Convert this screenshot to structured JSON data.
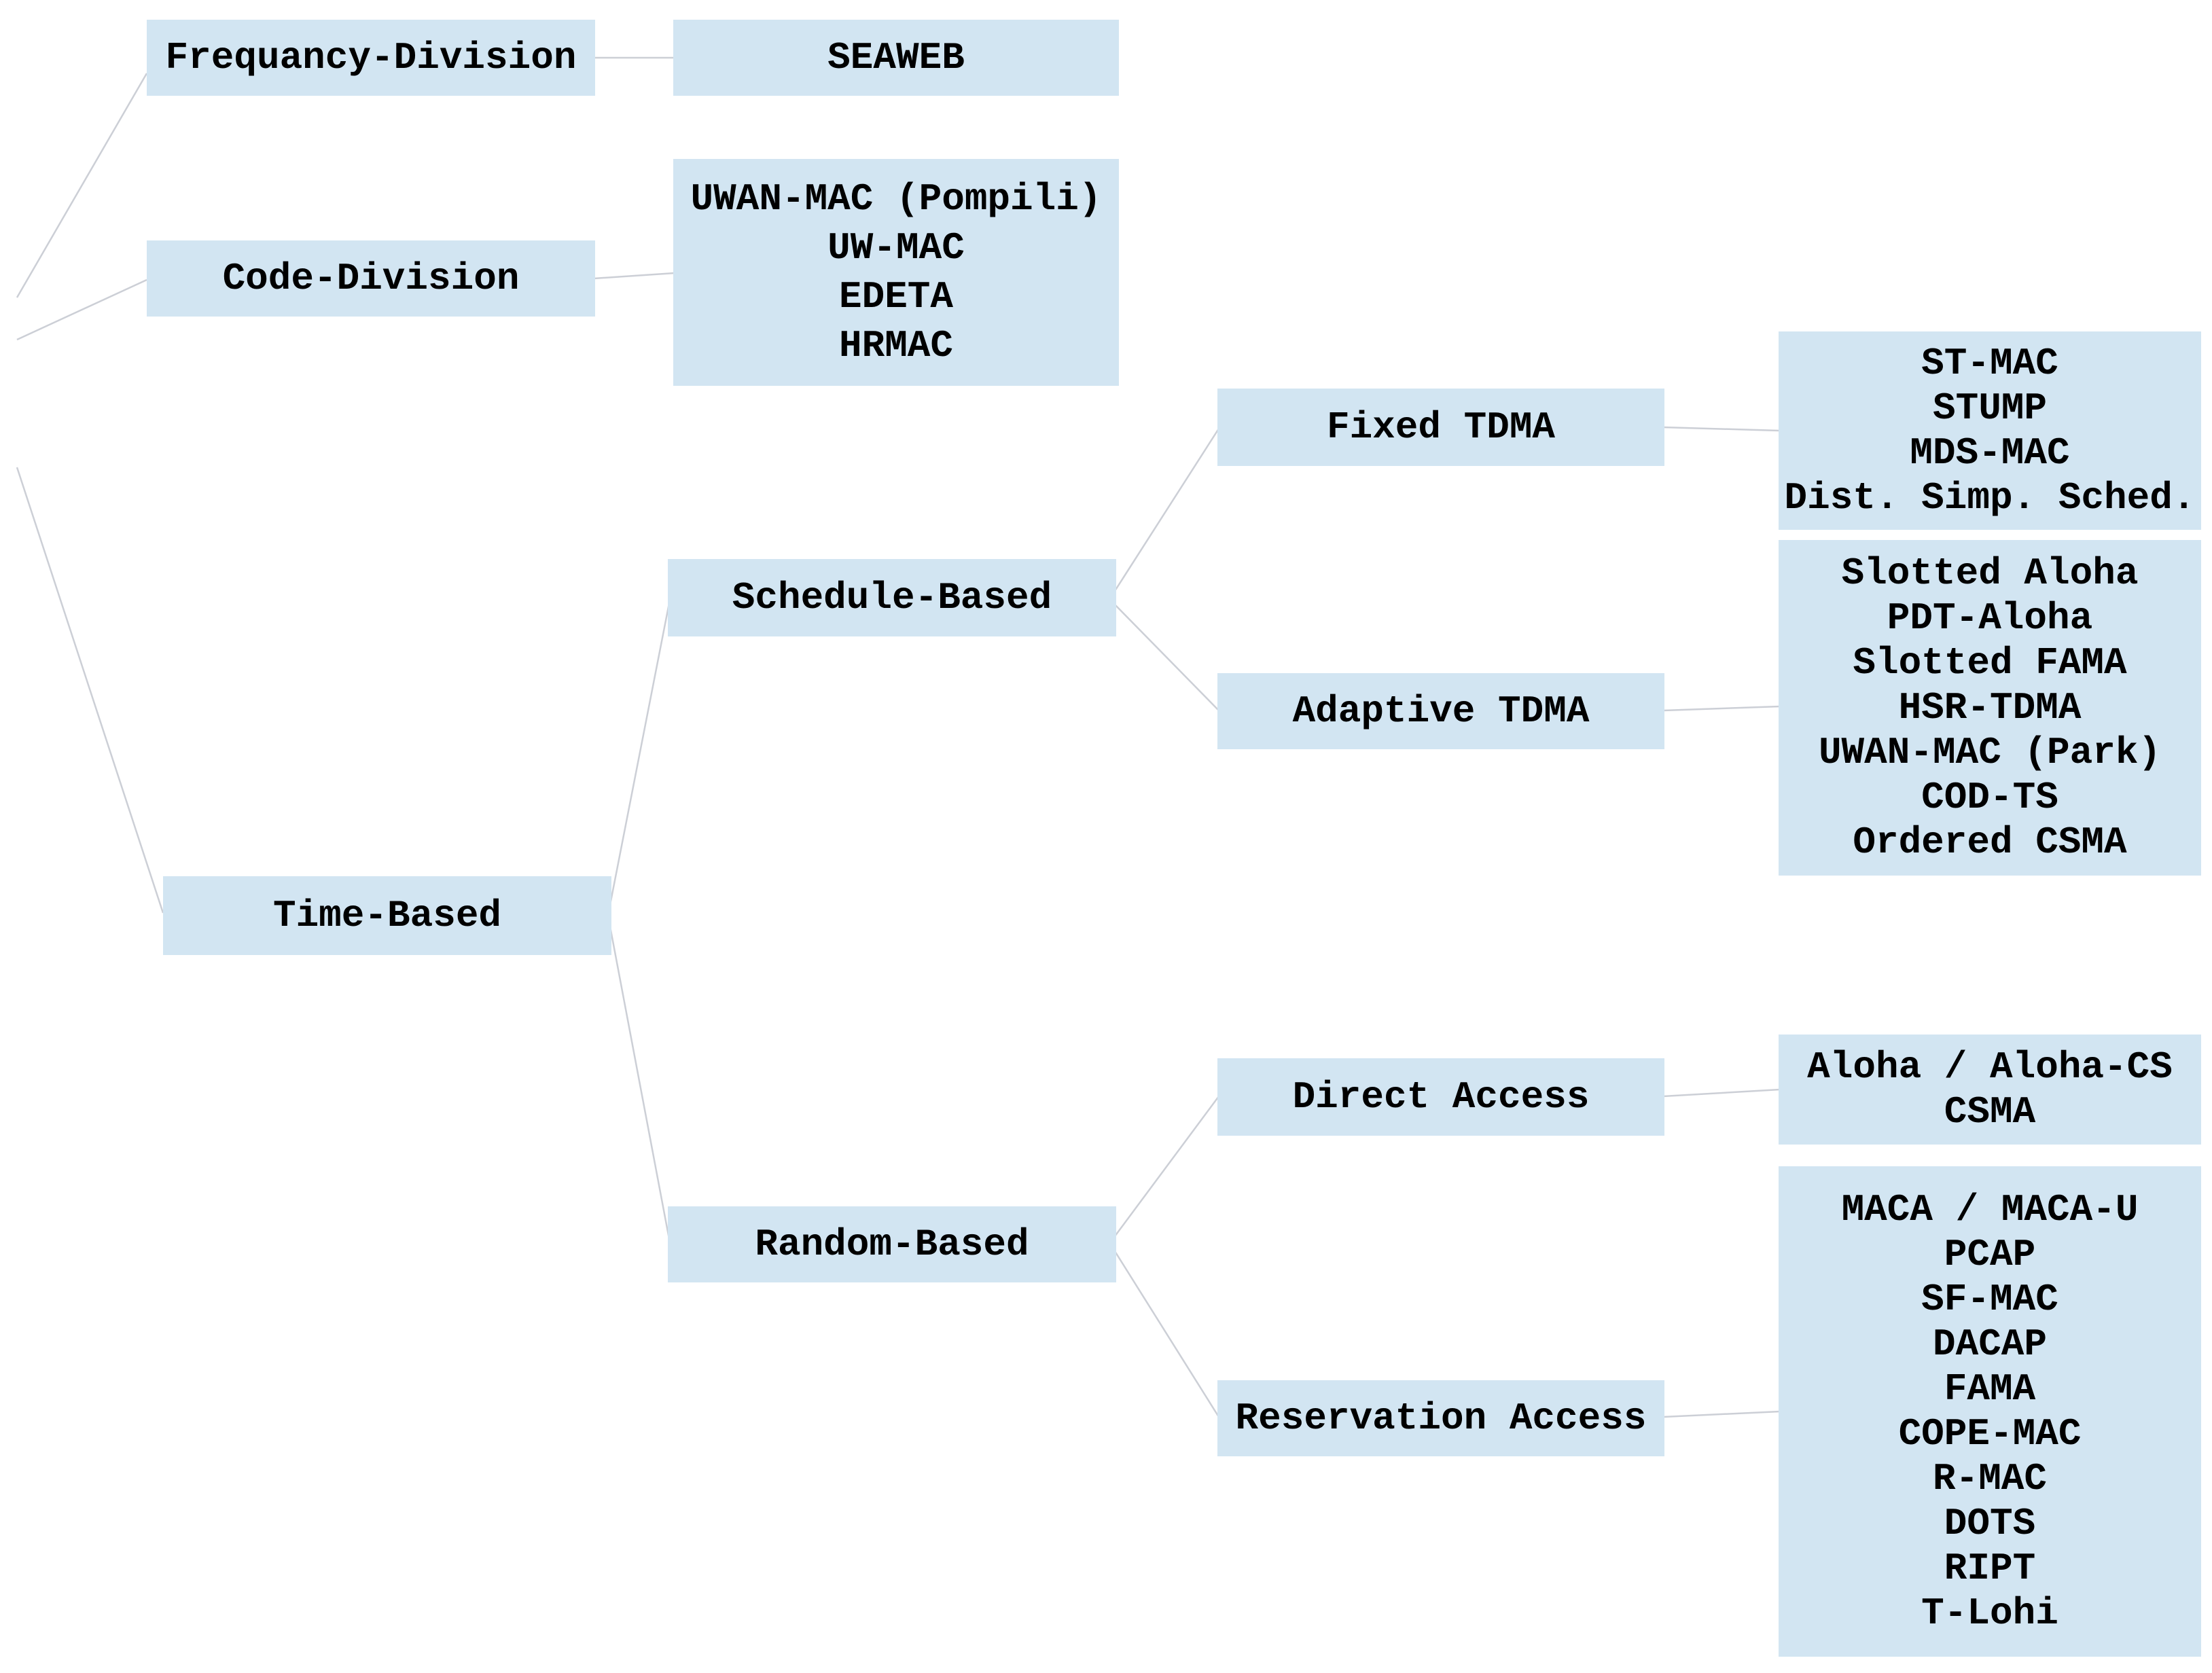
{
  "colors": {
    "node_fill": "#d2e5f2",
    "connector": "#cccfd6",
    "text": "#000000"
  },
  "nodes": {
    "frequency_division": "Frequancy-Division",
    "seaweb_group": [
      "SEAWEB"
    ],
    "code_division": "Code-Division",
    "code_children": [
      "UWAN-MAC (Pompili)",
      "UW-MAC",
      "EDETA",
      "HRMAC"
    ],
    "time_based": "Time-Based",
    "schedule_based": "Schedule-Based",
    "random_based": "Random-Based",
    "fixed_tdma": "Fixed TDMA",
    "adaptive_tdma": "Adaptive TDMA",
    "direct_access": "Direct Access",
    "reservation_access": "Reservation Access",
    "fixed_children": [
      "ST-MAC",
      "STUMP",
      "MDS-MAC",
      "Dist. Simp. Sched."
    ],
    "adaptive_children": [
      "Slotted Aloha",
      "PDT-Aloha",
      "Slotted FAMA",
      "HSR-TDMA",
      "UWAN-MAC (Park)",
      "COD-TS",
      "Ordered CSMA"
    ],
    "direct_children": [
      "Aloha / Aloha-CS",
      "CSMA"
    ],
    "reservation_children": [
      "MACA / MACA-U",
      "PCAP",
      "SF-MAC",
      "DACAP",
      "FAMA",
      "COPE-MAC",
      "R-MAC",
      "DOTS",
      "RIPT",
      "T-Lohi"
    ]
  },
  "edges": [
    [
      "(root, cut off at left edge)",
      "Frequancy-Division"
    ],
    [
      "(root, cut off at left edge)",
      "Code-Division"
    ],
    [
      "(root, cut off at left edge)",
      "Time-Based"
    ],
    [
      "Frequancy-Division",
      "SEAWEB group"
    ],
    [
      "Code-Division",
      "UWAN-MAC (Pompili) / UW-MAC / EDETA / HRMAC group"
    ],
    [
      "Time-Based",
      "Schedule-Based"
    ],
    [
      "Time-Based",
      "Random-Based"
    ],
    [
      "Schedule-Based",
      "Fixed TDMA"
    ],
    [
      "Schedule-Based",
      "Adaptive TDMA"
    ],
    [
      "Fixed TDMA",
      "ST-MAC / STUMP / MDS-MAC / Dist. Simp. Sched. group"
    ],
    [
      "Adaptive TDMA",
      "Slotted Aloha ... Ordered CSMA group"
    ],
    [
      "Random-Based",
      "Direct Access"
    ],
    [
      "Random-Based",
      "Reservation Access"
    ],
    [
      "Direct Access",
      "Aloha / Aloha-CS / CSMA group"
    ],
    [
      "Reservation Access",
      "MACA / MACA-U ... T-Lohi group"
    ]
  ]
}
